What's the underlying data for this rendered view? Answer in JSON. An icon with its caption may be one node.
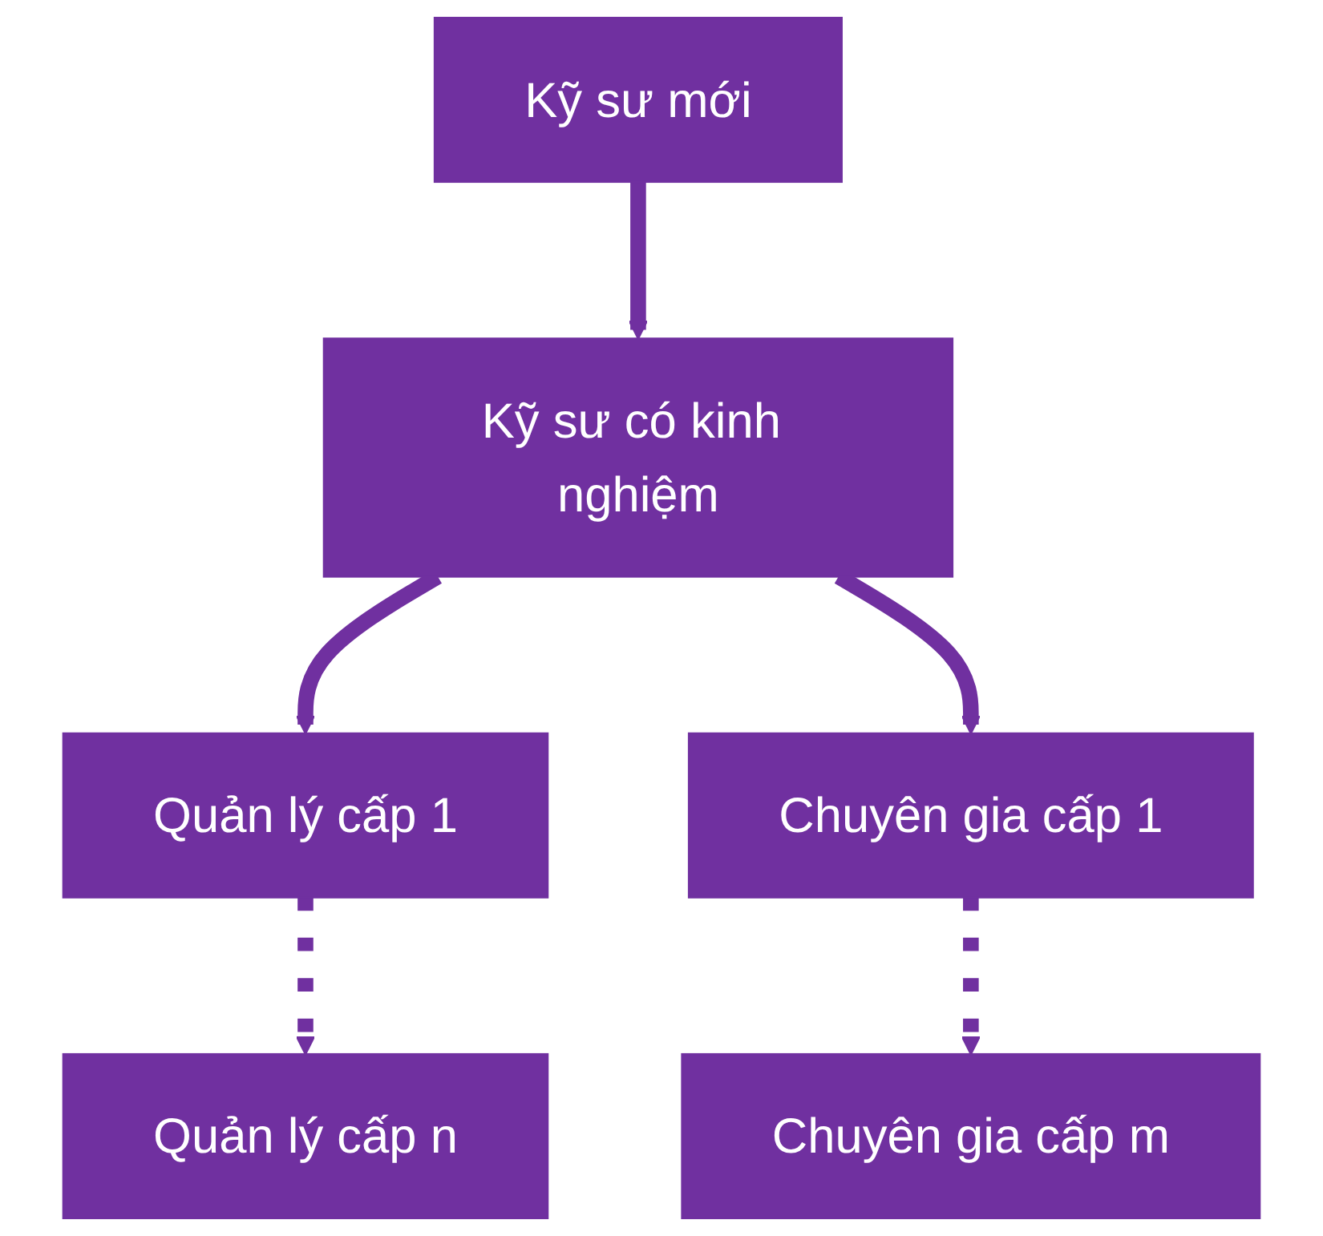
{
  "diagram": {
    "nodes": [
      {
        "text": [
          "Kỹ sư mới"
        ]
      },
      {
        "text": [
          "Kỹ sư có kinh nghiệm"
        ]
      },
      {
        "text": [
          "Quản lý cấp 1"
        ]
      },
      {
        "text": [
          "Chuyên gia cấp 1"
        ]
      },
      {
        "text": [
          "Quản lý cấp n"
        ]
      },
      {
        "text": [
          "Chuyên gia cấp m"
        ]
      }
    ],
    "edges": [
      {
        "from": 0,
        "to": 1,
        "arrow": "to"
      },
      {
        "from": 1,
        "to": 2,
        "arrow": "to"
      },
      {
        "from": 1,
        "to": 3,
        "arrow": "to"
      },
      {
        "from": 2,
        "to": 4,
        "arrow": "to",
        "style": "dashed"
      },
      {
        "from": 3,
        "to": 5,
        "arrow": "to",
        "style": "dashed"
      }
    ]
  }
}
